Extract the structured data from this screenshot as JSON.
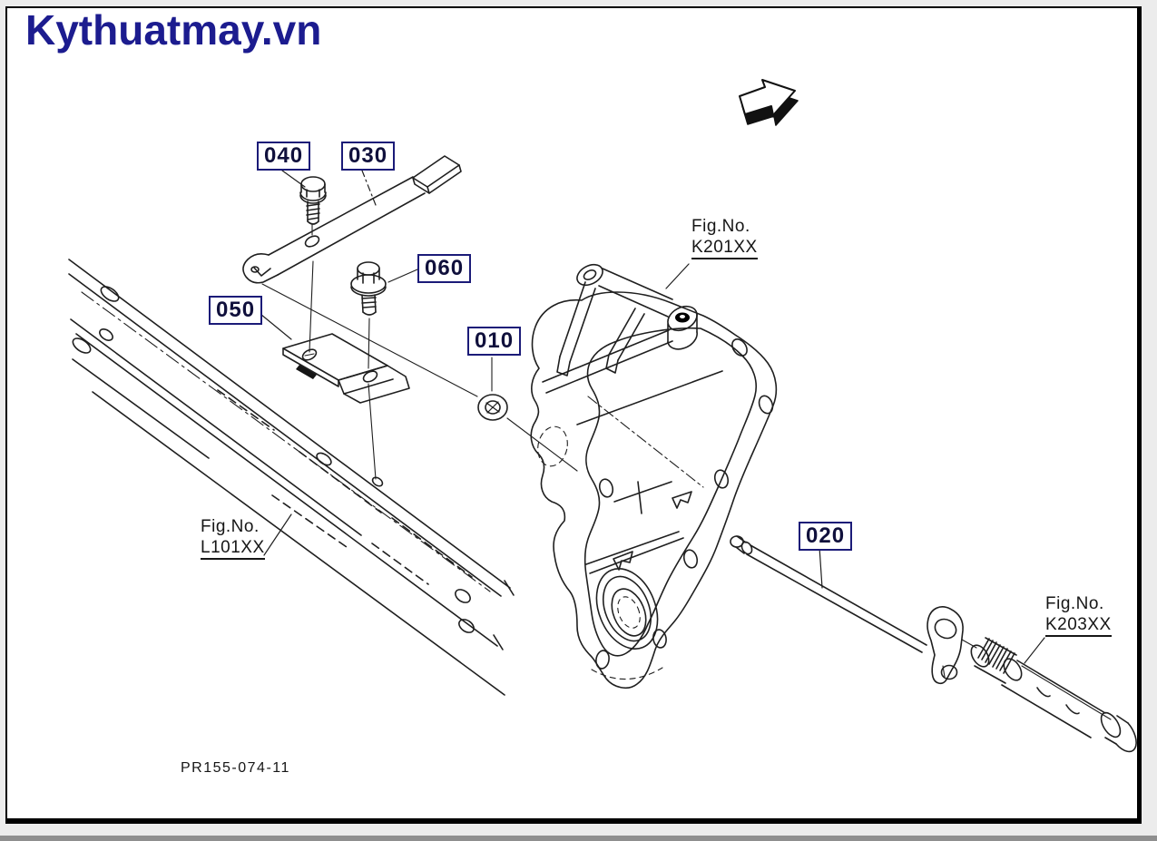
{
  "brand": {
    "name": "Kythuatmay.vn"
  },
  "footer": {
    "drawing_number": "PR155-074-11"
  },
  "part_labels": {
    "l010": "010",
    "l020": "020",
    "l030": "030",
    "l040": "040",
    "l050": "050",
    "l060": "060"
  },
  "fig_labels": {
    "prefix": "Fig.No.",
    "k201": "K201XX",
    "l101": "L101XX",
    "k203": "K203XX"
  },
  "icons": {
    "arrow": "direction-arrow"
  },
  "colors": {
    "brand_text": "#1c1c8f",
    "label_border": "#1b1b78",
    "label_text": "#10103c",
    "line": "#1f1f1f",
    "background": "#ffffff"
  }
}
